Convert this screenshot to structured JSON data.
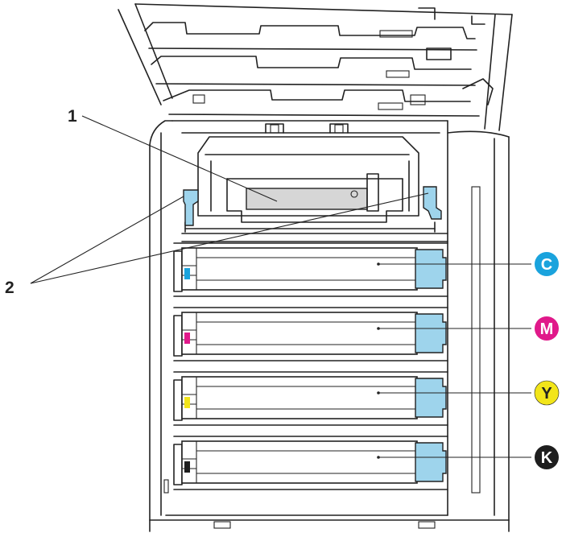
{
  "callouts": [
    {
      "id": "1",
      "label": "1"
    },
    {
      "id": "2",
      "label": "2"
    }
  ],
  "cartridges": [
    {
      "label": "C",
      "color": "#1aa3dd",
      "text_color": "#ffffff"
    },
    {
      "label": "M",
      "color": "#e0198a",
      "text_color": "#ffffff"
    },
    {
      "label": "Y",
      "color": "#f2e51a",
      "text_color": "#222222"
    },
    {
      "label": "K",
      "color": "#1e1e1e",
      "text_color": "#ffffff"
    }
  ],
  "colors": {
    "accent_blue": "#9ed4ec",
    "line": "#222222",
    "fuser_gray": "#d6d6d6"
  }
}
